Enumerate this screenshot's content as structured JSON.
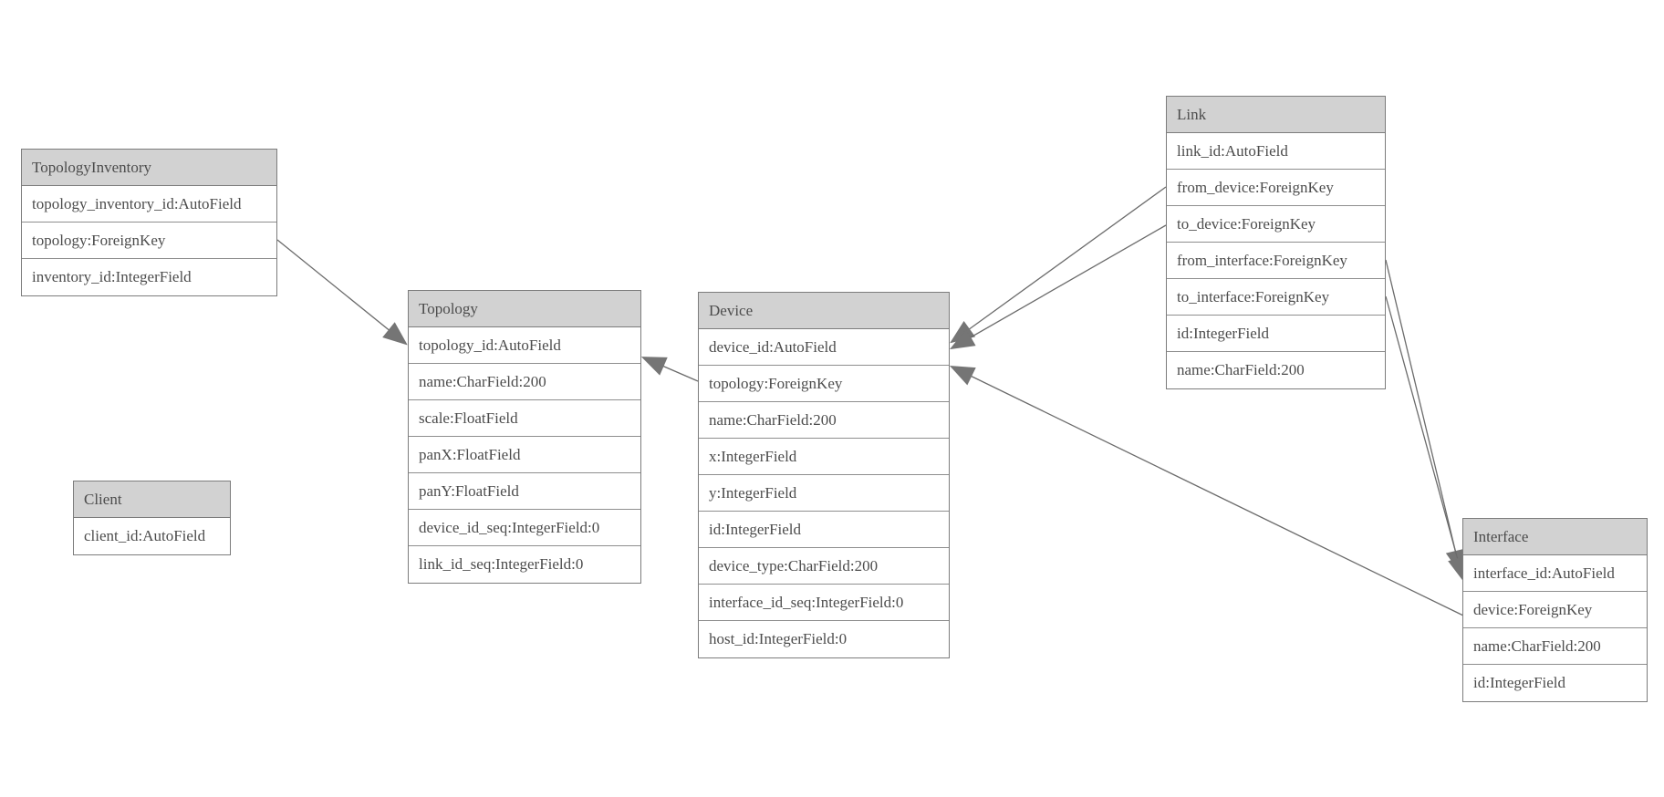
{
  "diagram": {
    "colors": {
      "header_fill": "#d2d2d2",
      "table_border": "#7c7c7c",
      "row_separator": "#8e8e8e",
      "text": "#4c4c4c",
      "relation_line": "#6b6b6b",
      "arrowhead": "#757575"
    }
  },
  "entities": [
    {
      "name": "TopologyInventory",
      "fields": [
        "topology_inventory_id:AutoField",
        "topology:ForeignKey",
        "inventory_id:IntegerField"
      ]
    },
    {
      "name": "Topology",
      "fields": [
        "topology_id:AutoField",
        "name:CharField:200",
        "scale:FloatField",
        "panX:FloatField",
        "panY:FloatField",
        "device_id_seq:IntegerField:0",
        "link_id_seq:IntegerField:0"
      ]
    },
    {
      "name": "Client",
      "fields": [
        "client_id:AutoField"
      ]
    },
    {
      "name": "Device",
      "fields": [
        "device_id:AutoField",
        "topology:ForeignKey",
        "name:CharField:200",
        "x:IntegerField",
        "y:IntegerField",
        "id:IntegerField",
        "device_type:CharField:200",
        "interface_id_seq:IntegerField:0",
        "host_id:IntegerField:0"
      ]
    },
    {
      "name": "Link",
      "fields": [
        "link_id:AutoField",
        "from_device:ForeignKey",
        "to_device:ForeignKey",
        "from_interface:ForeignKey",
        "to_interface:ForeignKey",
        "id:IntegerField",
        "name:CharField:200"
      ]
    },
    {
      "name": "Interface",
      "fields": [
        "interface_id:AutoField",
        "device:ForeignKey",
        "name:CharField:200",
        "id:IntegerField"
      ]
    }
  ],
  "relations": [
    {
      "from": "TopologyInventory.topology",
      "to": "Topology.topology_id"
    },
    {
      "from": "Device.topology",
      "to": "Topology.topology_id"
    },
    {
      "from": "Link.from_device",
      "to": "Device.device_id"
    },
    {
      "from": "Link.to_device",
      "to": "Device.device_id"
    },
    {
      "from": "Interface.device",
      "to": "Device.device_id"
    },
    {
      "from": "Link.from_interface",
      "to": "Interface.interface_id"
    },
    {
      "from": "Link.to_interface",
      "to": "Interface.interface_id"
    }
  ]
}
